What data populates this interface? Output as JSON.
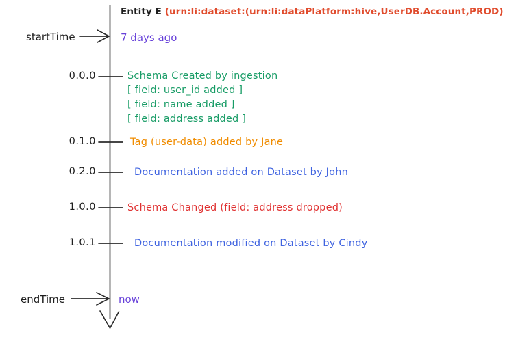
{
  "title": {
    "entity": "Entity E",
    "urn": "(urn:li:dataset:(urn:li:dataPlatform:hive,UserDB.Account,PROD)"
  },
  "time_markers": {
    "start": {
      "label": "startTime",
      "value": "7 days ago"
    },
    "end": {
      "label": "endTime",
      "value": "now"
    }
  },
  "events": [
    {
      "version": "0.0.0",
      "color": "#189c66",
      "lines": [
        "Schema Created by ingestion",
        "[ field: user_id added ]",
        "[ field: name added ]",
        "[ field: address added ]"
      ]
    },
    {
      "version": "0.1.0",
      "color": "#f08c00",
      "lines": [
        "Tag (user-data) added by Jane"
      ]
    },
    {
      "version": "0.2.0",
      "color": "#3f63e0",
      "lines": [
        "Documentation added on Dataset by John"
      ]
    },
    {
      "version": "1.0.0",
      "color": "#e03131",
      "lines": [
        "Schema Changed (field: address dropped)"
      ]
    },
    {
      "version": "1.0.1",
      "color": "#3f63e0",
      "lines": [
        "Documentation modified on Dataset by Cindy"
      ]
    }
  ],
  "colors": {
    "entity_title": "#1e1e1e",
    "urn": "#e04b2c",
    "time_value": "#6741d9",
    "marker_label": "#1e1e1e",
    "version_label": "#1e1e1e",
    "axis": "#2d2d2d"
  }
}
